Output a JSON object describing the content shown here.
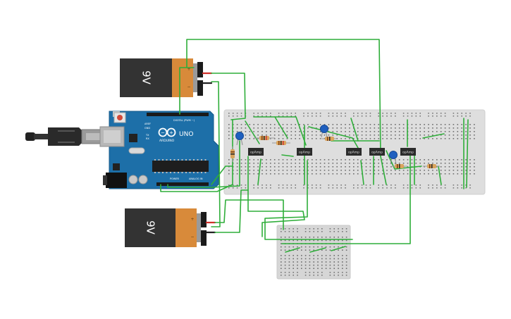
{
  "batteries": [
    {
      "label": "9V",
      "plus": "+",
      "minus": "−"
    },
    {
      "label": "9V",
      "plus": "+",
      "minus": "−"
    }
  ],
  "arduino": {
    "logo_text": "ARDUINO",
    "model": "UNO",
    "header_digital": "DIGITAL (PWM ~)",
    "header_power": "POWER",
    "header_analog": "ANALOG IN",
    "tx": "TX",
    "rx": "RX",
    "aref": "AREF",
    "gnd": "GND"
  },
  "chips": [
    {
      "label": "opAmp"
    },
    {
      "label": "opAmp"
    },
    {
      "label": "opAmp"
    },
    {
      "label": "opAmp"
    },
    {
      "label": "opAmp"
    }
  ],
  "colors": {
    "wire": "#2fae3a",
    "wire_dark": "#1f8f2a",
    "wire_red": "#d0302a",
    "breadboard": "#dcdcdc",
    "breadboard_small": "#d6d6d6",
    "arduino_blue": "#1d6fa8",
    "battery_body": "#333333",
    "battery_cap": "#d88a3a",
    "capacitor": "#1f5fbf",
    "chip": "#2b2b2b"
  }
}
